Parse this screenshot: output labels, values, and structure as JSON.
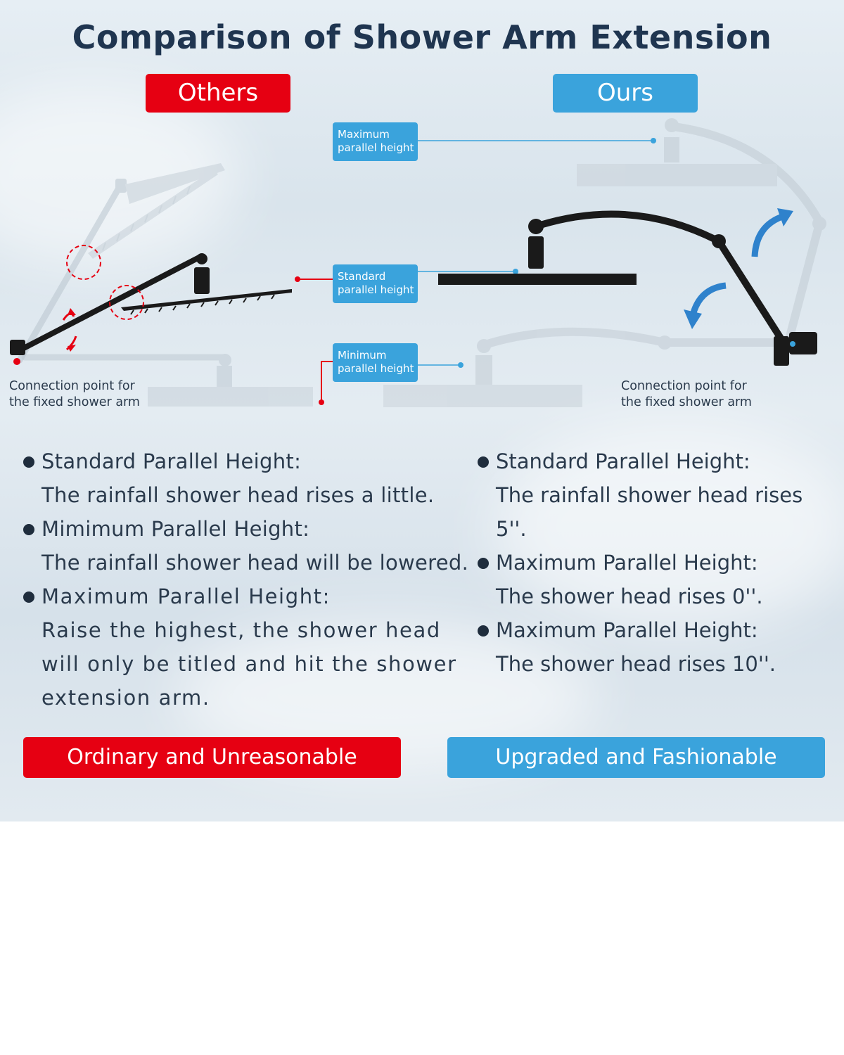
{
  "title": "Comparison of Shower Arm Extension",
  "labels": {
    "others": "Others",
    "ours": "Ours"
  },
  "callouts": [
    {
      "line1": "Maximum",
      "line2": "parallel height"
    },
    {
      "line1": "Standard",
      "line2": "parallel height"
    },
    {
      "line1": "Minimum",
      "line2": "parallel height"
    }
  ],
  "captions": {
    "left": "Connection point for\nthe fixed shower arm",
    "right": "Connection point for\nthe fixed shower arm"
  },
  "others_points": [
    {
      "heading": "Standard Parallel Height:",
      "desc": "The rainfall shower head rises a little."
    },
    {
      "heading": "Mimimum Parallel Height:",
      "desc": "The rainfall shower head will be lowered."
    },
    {
      "heading": "Maximum Parallel Height:",
      "desc": "Raise the highest, the shower head will only be titled and hit the shower extension arm."
    }
  ],
  "ours_points": [
    {
      "heading": "Standard Parallel Height:",
      "desc": "The rainfall shower head rises 5''."
    },
    {
      "heading": "Maximum Parallel Height:",
      "desc": "The shower head rises 0''."
    },
    {
      "heading": "Maximum Parallel Height:",
      "desc": "The shower head rises 10''."
    }
  ],
  "buttons": {
    "others": "Ordinary and Unreasonable",
    "ours": "Upgraded and Fashionable"
  },
  "colors": {
    "red": "#e60012",
    "blue": "#3aa3dc",
    "title": "#1f3550",
    "product": "#1a1a1a"
  }
}
